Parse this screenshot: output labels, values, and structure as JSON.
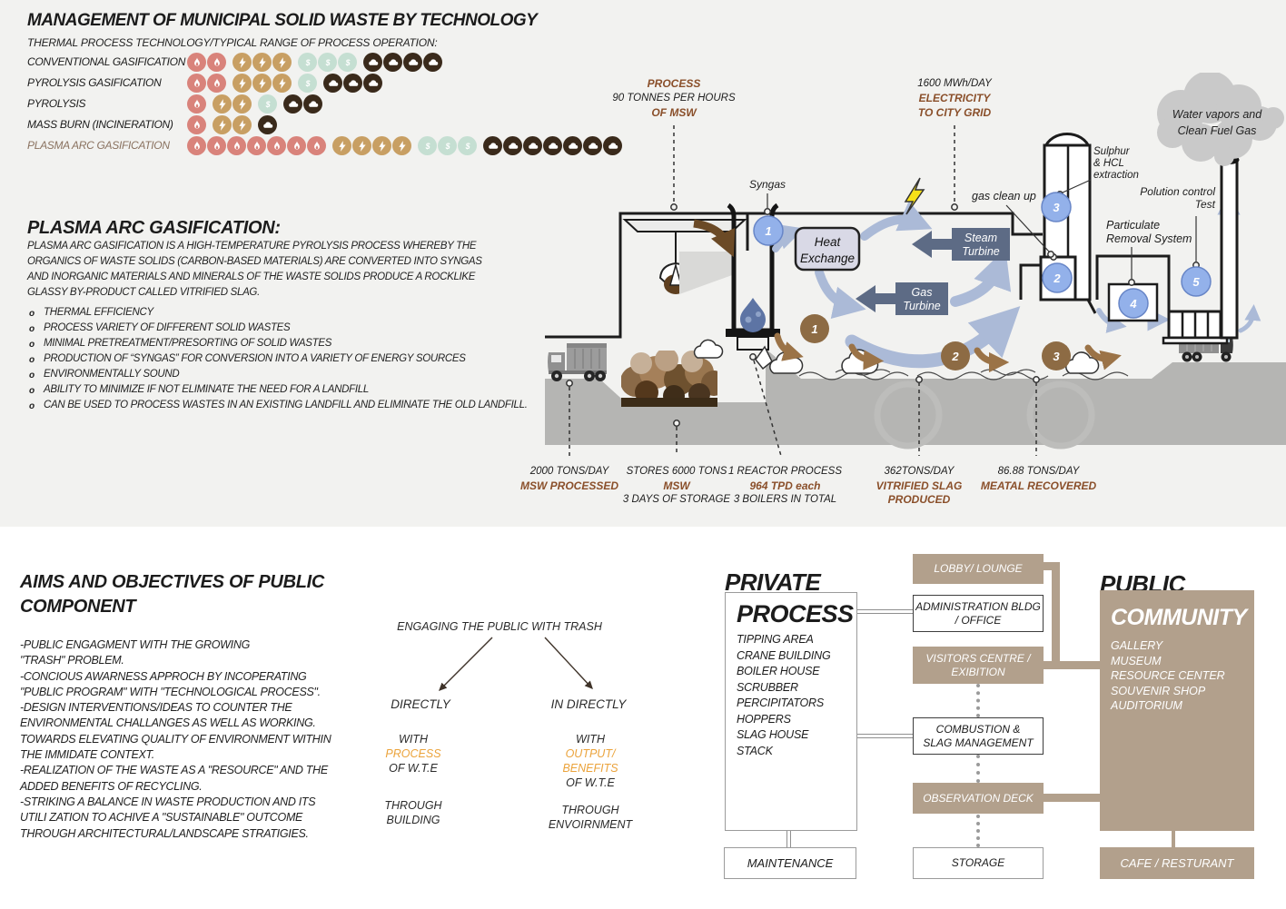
{
  "header": {
    "title": "MANAGEMENT OF MUNICIPAL SOLID WASTE BY TECHNOLOGY",
    "subtitle": "THERMAL PROCESS TECHNOLOGY/TYPICAL RANGE OF PROCESS OPERATION:"
  },
  "technologies": {
    "rows": [
      {
        "label": "CONVENTIONAL GASIFICATION",
        "highlight": false,
        "icons": {
          "flame": 2,
          "bolt": 3,
          "dollar": 3,
          "cloud": 4
        }
      },
      {
        "label": "PYROLYSIS GASIFICATION",
        "highlight": false,
        "icons": {
          "flame": 2,
          "bolt": 3,
          "dollar": 1,
          "cloud": 3
        }
      },
      {
        "label": "PYROLYSIS",
        "highlight": false,
        "icons": {
          "flame": 1,
          "bolt": 2,
          "dollar": 1,
          "cloud": 2
        }
      },
      {
        "label": "MASS BURN (INCINERATION)",
        "highlight": false,
        "icons": {
          "flame": 1,
          "bolt": 2,
          "dollar": 0,
          "cloud": 1
        }
      },
      {
        "label": "PLASMA ARC GASIFICATION",
        "highlight": true,
        "icons": {
          "flame": 7,
          "bolt": 4,
          "dollar": 3,
          "cloud": 7
        }
      }
    ],
    "icon_legend": {
      "flame": "heat-icon",
      "bolt": "energy-icon",
      "dollar": "cost-icon",
      "cloud": "emissions-icon"
    }
  },
  "plasma_section": {
    "heading": "PLASMA ARC GASIFICATION:",
    "description": [
      "PLASMA ARC GASIFICATION IS A HIGH-TEMPERATURE PYROLYSIS PROCESS WHEREBY THE",
      "ORGANICS OF WASTE SOLIDS (CARBON-BASED MATERIALS) ARE CONVERTED INTO SYNGAS",
      "AND INORGANIC MATERIALS AND MINERALS OF THE WASTE SOLIDS PRODUCE A ROCKLIKE",
      "GLASSY BY-PRODUCT CALLED VITRIFIED SLAG."
    ],
    "bullets": [
      "THERMAL EFFICIENCY",
      "PROCESS VARIETY OF DIFFERENT SOLID WASTES",
      "MINIMAL PRETREATMENT/PRESORTING OF SOLID WASTES",
      "PRODUCTION OF “SYNGAS” FOR CONVERSION INTO A VARIETY OF ENERGY SOURCES",
      "ENVIRONMENTALLY SOUND",
      "ABILITY TO MINIMIZE IF NOT ELIMINATE THE NEED FOR A LANDFILL",
      "CAN BE USED TO PROCESS WASTES IN AN EXISTING LANDFILL AND ELIMINATE THE OLD LANDFILL."
    ]
  },
  "diagram": {
    "top_callouts": {
      "process": {
        "l1": "PROCESS",
        "l2": "90 TONNES PER HOURS",
        "l3": "OF MSW"
      },
      "electricity": {
        "l1": "1600 MWh/DAY",
        "l2": "ELECTRICITY",
        "l3": "TO CITY GRID"
      }
    },
    "labels": {
      "syngas": "Syngas",
      "gas_clean_up": "gas clean up",
      "sulphur": [
        "Sulphur",
        "& HCL",
        "extraction"
      ],
      "particulate": [
        "Particulate",
        "Removal System"
      ],
      "pollution": [
        "Polution control",
        "Test"
      ],
      "vapor_cloud": [
        "Water vapors and",
        "Clean Fuel Gas"
      ],
      "heat_exchange": [
        "Heat",
        "Exchange"
      ],
      "steam_turbine": [
        "Steam",
        "Turbine"
      ],
      "gas_turbine": [
        "Gas",
        "Turbine"
      ]
    },
    "markers": {
      "blue": [
        "1",
        "2",
        "3",
        "4",
        "5"
      ],
      "brown": [
        "1",
        "2",
        "3"
      ]
    },
    "stats": [
      {
        "l1": "2000 TONS/DAY",
        "l2": "MSW PROCESSED",
        "l3": ""
      },
      {
        "l1": "STORES 6000 TONS",
        "l2": "MSW",
        "l3": "3 DAYS OF STORAGE"
      },
      {
        "l1": "1 REACTOR PROCESS",
        "l2": "964 TPD each",
        "l3": "3 BOILERS IN TOTAL"
      },
      {
        "l1": "362TONS/DAY",
        "l2": "VITRIFIED SLAG",
        "l3": "PRODUCED"
      },
      {
        "l1": "86.88 TONS/DAY",
        "l2": "MEATAL RECOVERED",
        "l3": ""
      }
    ]
  },
  "aims": {
    "heading": [
      "AIMS AND OBJECTIVES OF PUBLIC",
      "COMPONENT"
    ],
    "lines": [
      "-PUBLIC ENGAGMENT WITH THE GROWING",
      "\"TRASH\"  PROBLEM.",
      "-CONCIOUS AWARNESS APPROCH BY INCOPERATING",
      "\"PUBLIC  PROGRAM\"  WITH  \"TECHNOLOGICAL PROCESS\".",
      "-DESIGN INTERVENTIONS/IDEAS TO COUNTER THE",
      " ENVIRONMENTAL CHALLANGES AS WELL AS WORKING.",
      " TOWARDS ELEVATING QUALITY OF ENVIRONMENT WITHIN",
      "THE IMMIDATE CONTEXT.",
      "-REALIZATION OF THE WASTE AS A \"RESOURCE\" AND THE",
      "ADDED BENEFITS OF RECYCLING.",
      "-STRIKING A BALANCE IN WASTE PRODUCTION AND ITS",
      " UTILI ZATION TO ACHIVE A \"SUSTAINABLE\" OUTCOME",
      "THROUGH ARCHITECTURAL/LANDSCAPE STRATIGIES."
    ]
  },
  "engagement": {
    "title": "ENGAGING THE PUBLIC WITH TRASH",
    "direct": {
      "head": "DIRECTLY",
      "with": [
        "WITH",
        "PROCESS",
        "OF W.T.E"
      ],
      "through": [
        "THROUGH",
        "BUILDING"
      ]
    },
    "indirect": {
      "head": "IN DIRECTLY",
      "with": [
        "WITH",
        "OUTPUT/",
        "BENEFITS",
        "OF W.T.E"
      ],
      "through": [
        "THROUGH",
        "ENVOIRNMENT"
      ]
    }
  },
  "flowchart": {
    "private_label": "PRIVATE",
    "public_label": "PUBLIC",
    "process_title": "PROCESS",
    "process_items": [
      "TIPPING AREA",
      "CRANE BUILDING",
      "BOILER HOUSE",
      "SCRUBBER",
      "PERCIPITATORS",
      "HOPPERS",
      "SLAG HOUSE",
      "STACK"
    ],
    "maintenance": "MAINTENANCE",
    "lobby": "LOBBY/ LOUNGE",
    "admin": [
      "ADMINISTRATION BLDG",
      "/ OFFICE"
    ],
    "visitors": [
      "VISITORS CENTRE /",
      "EXIBITION"
    ],
    "combustion": [
      "COMBUSTION &",
      "SLAG MANAGEMENT"
    ],
    "observation": "OBSERVATION DECK",
    "storage": "STORAGE",
    "community_title": "COMMUNITY",
    "community_items": [
      "GALLERY",
      "MUSEUM",
      "RESOURCE CENTER",
      "SOUVENIR SHOP",
      "AUDITORIUM"
    ],
    "cafe": "CAFE / RESTURANT"
  },
  "colors": {
    "top_bg": "#f2f2f0",
    "accent_brown": "#8a4f2a",
    "tan": "#b2a08c",
    "orange": "#eba33b",
    "flame": "#d9837b",
    "bolt": "#c89f63",
    "dollar": "#c5dfd2",
    "cloud": "#3a2a1b",
    "blue_marker": "#93b1ea",
    "brown_marker": "#8d6b44",
    "arrow_blue": "#abbad7",
    "turbine": "#5d6b85"
  }
}
